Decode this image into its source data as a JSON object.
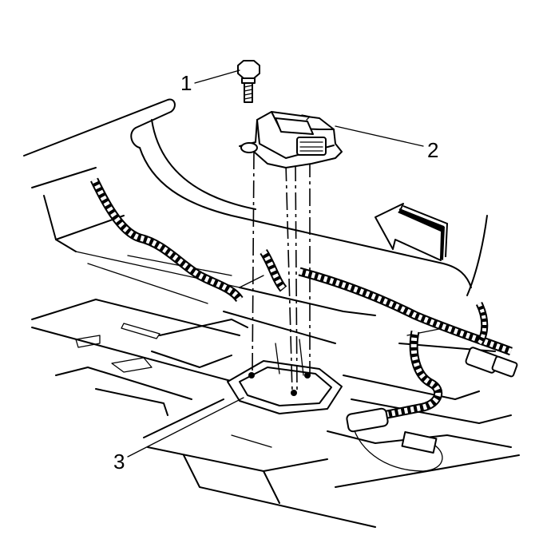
{
  "diagram": {
    "callouts": [
      {
        "label": "1",
        "part": "bolt"
      },
      {
        "label": "2",
        "part": "module"
      },
      {
        "label": "3",
        "part": "mounting-bracket"
      }
    ],
    "direction_arrow": "front-of-vehicle-arrow-icon"
  }
}
